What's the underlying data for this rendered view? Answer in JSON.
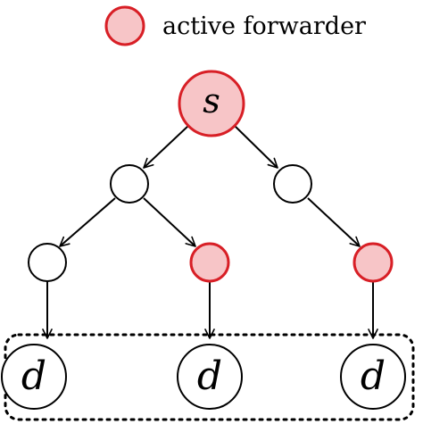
{
  "legend": {
    "label": "active forwarder"
  },
  "colors": {
    "active_fill": "#f7c5c7",
    "active_stroke": "#d81f26",
    "inactive_fill": "#ffffff",
    "inactive_stroke": "#000000",
    "edge": "#000000",
    "group_border": "#000000"
  },
  "nodes": {
    "source": {
      "label": "s",
      "active": true
    },
    "left_mid": {
      "label": "",
      "active": false
    },
    "right_mid": {
      "label": "",
      "active": false
    },
    "left_low_a": {
      "label": "",
      "active": false
    },
    "left_low_b": {
      "label": "",
      "active": true
    },
    "right_low": {
      "label": "",
      "active": true
    },
    "dest_1": {
      "label": "d",
      "active": false
    },
    "dest_2": {
      "label": "d",
      "active": false
    },
    "dest_3": {
      "label": "d",
      "active": false
    }
  }
}
